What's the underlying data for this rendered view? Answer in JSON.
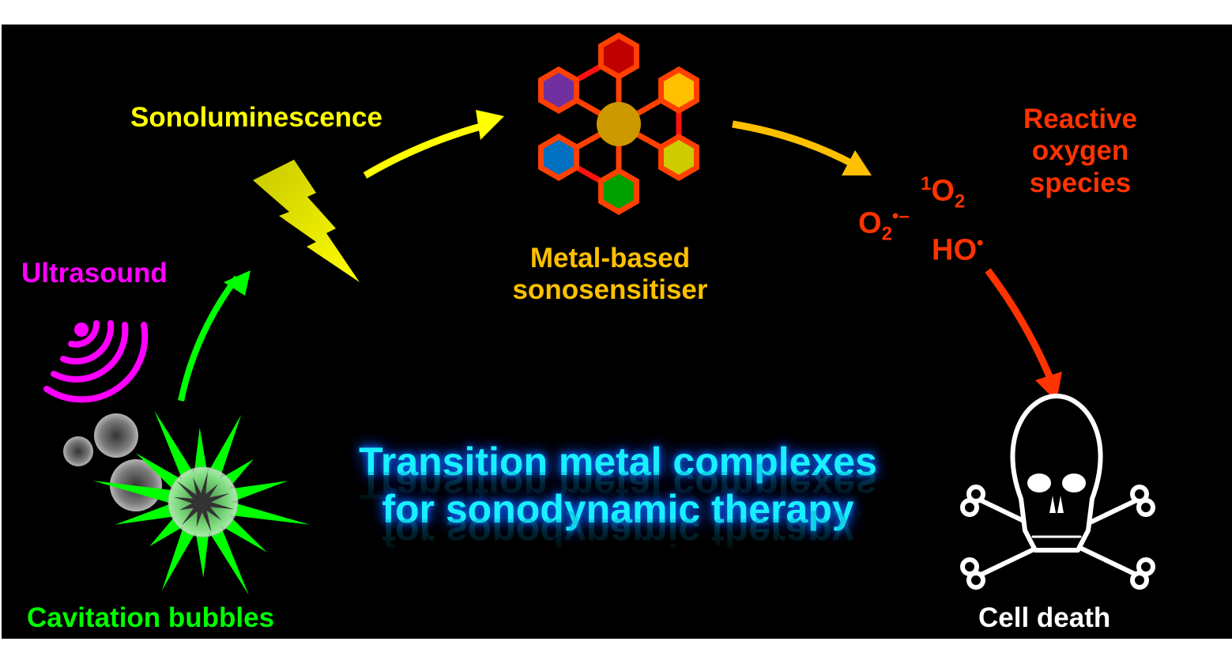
{
  "labels": {
    "sonoluminescence": "Sonoluminescence",
    "ultrasound": "Ultrasound",
    "cavitation": "Cavitation bubbles",
    "metal_line1": "Metal-based",
    "metal_line2": "sonosensitiser",
    "ros_line1": "Reactive",
    "ros_line2": "oxygen",
    "ros_line3": "species",
    "cell_death": "Cell death"
  },
  "species": {
    "singlet_oxygen": {
      "sup": "1",
      "base": "O",
      "sub": "2"
    },
    "superoxide": {
      "base": "O",
      "sub": "2",
      "sup": "•–"
    },
    "hydroxyl": {
      "base": "HO",
      "sup": "•"
    }
  },
  "title": {
    "line1": "Transition metal complexes",
    "line2": "for sonodynamic therapy"
  },
  "colors": {
    "sonoluminescence": "#ffff00",
    "ultrasound": "#ff00ff",
    "cavitation": "#00ff00",
    "metal": "#ffc000",
    "ros": "#ff3300",
    "cell_death": "#ffffff",
    "title": "#19f0ff",
    "hex_outline": "#ff4000",
    "hex_fills": [
      "#c00000",
      "#ffc000",
      "#cccc00",
      "#00a000",
      "#0070c0",
      "#7030a0"
    ],
    "metal_center": "#cc9900"
  }
}
